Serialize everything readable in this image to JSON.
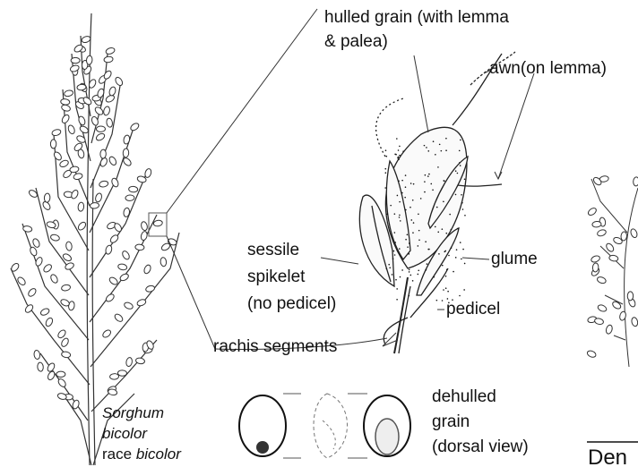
{
  "labels": {
    "hulled_grain": "hulled grain (with lemma",
    "hulled_grain_2": "& palea)",
    "awn": "awn",
    "awn_note": "(on lemma)",
    "sessile_1": "sessile",
    "sessile_2": "spikelet",
    "sessile_3": "(no pedicel)",
    "glume": "glume",
    "pedicel": "pedicel",
    "rachis": "rachis segments",
    "dehulled_1": "dehulled",
    "dehulled_2": "grain",
    "dehulled_3": "(dorsal view)",
    "species_genus": "Sorghum",
    "species_epithet": "bicolor",
    "race_word": "race",
    "race_name": "bicolor",
    "partial_right": "Den"
  },
  "colors": {
    "ink": "#111111",
    "line": "#333333",
    "background": "#ffffff"
  }
}
